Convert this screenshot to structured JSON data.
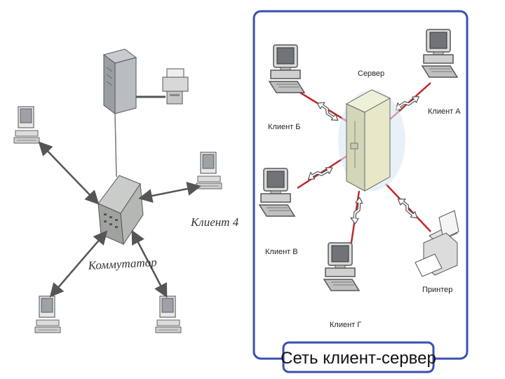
{
  "left_diagram": {
    "switch_label": "Коммутатор",
    "client4_label": "Клиент 4"
  },
  "right_diagram": {
    "title": "Сеть клиент-сервер",
    "server_label": "Сервер",
    "client_a_label": "Клиент А",
    "client_b_label": "Клиент Б",
    "client_v_label": "Клиент В",
    "client_g_label": "Клиент Г",
    "printer_label": "Принтер",
    "colors": {
      "frame": "#3a4fb0",
      "link": "#c0282d",
      "server": "#e6e8c8"
    }
  }
}
